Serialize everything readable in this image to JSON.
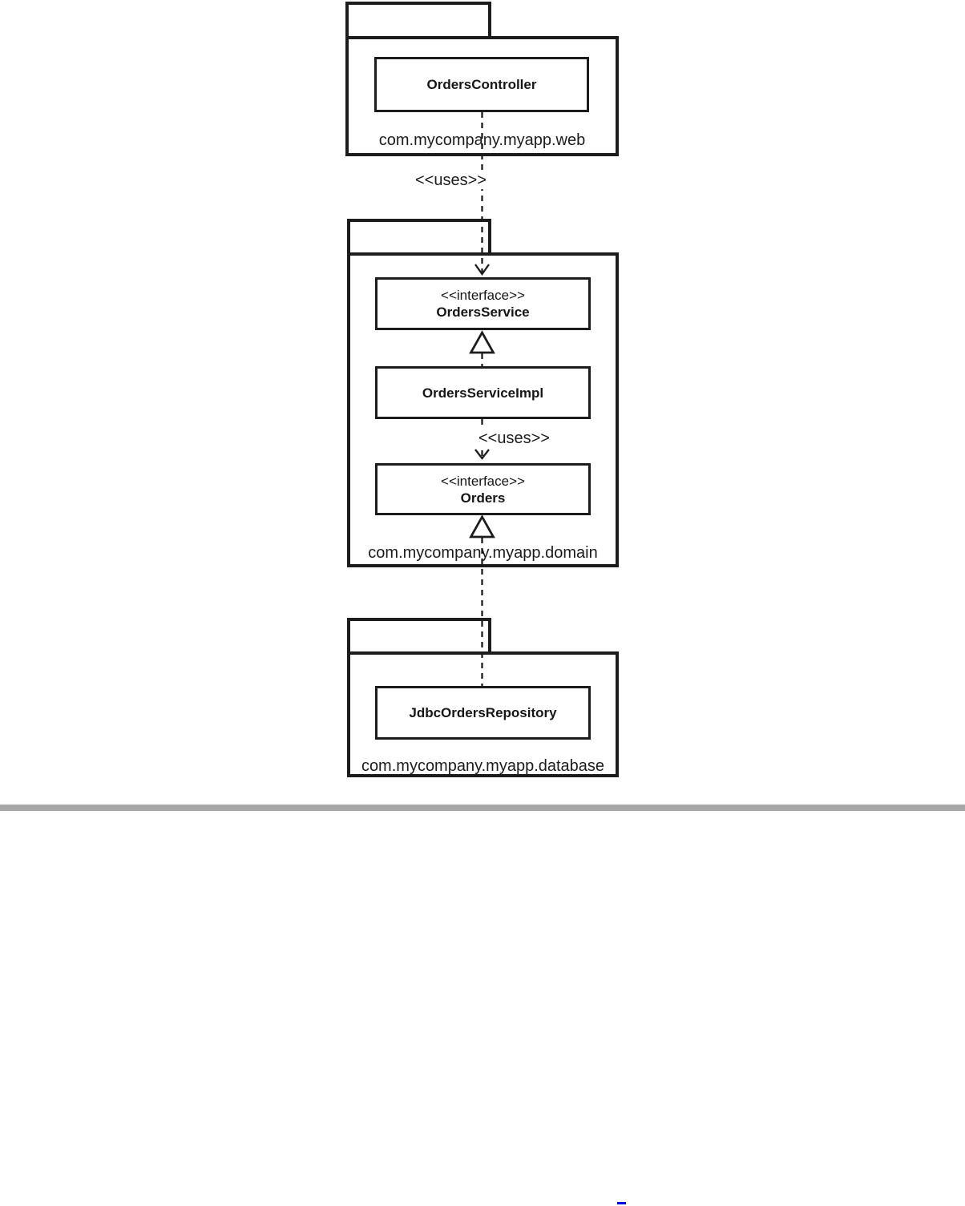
{
  "diagram": {
    "packages": [
      {
        "name": "com.mycompany.myapp.web",
        "classes": [
          {
            "name": "OrdersController"
          }
        ]
      },
      {
        "name": "com.mycompany.myapp.domain",
        "classes": [
          {
            "stereotype": "<<interface>>",
            "name": "OrdersService"
          },
          {
            "name": "OrdersServiceImpl"
          },
          {
            "stereotype": "<<interface>>",
            "name": "Orders"
          }
        ]
      },
      {
        "name": "com.mycompany.myapp.database",
        "classes": [
          {
            "name": "JdbcOrdersRepository"
          }
        ]
      }
    ],
    "connector_labels": {
      "uses_web_to_service": "<<uses>>",
      "uses_impl_to_orders": "<<uses>>"
    },
    "colors": {
      "line": "#1c1c1c",
      "divider": "#a8a8ab",
      "link": "#0000dd"
    }
  }
}
